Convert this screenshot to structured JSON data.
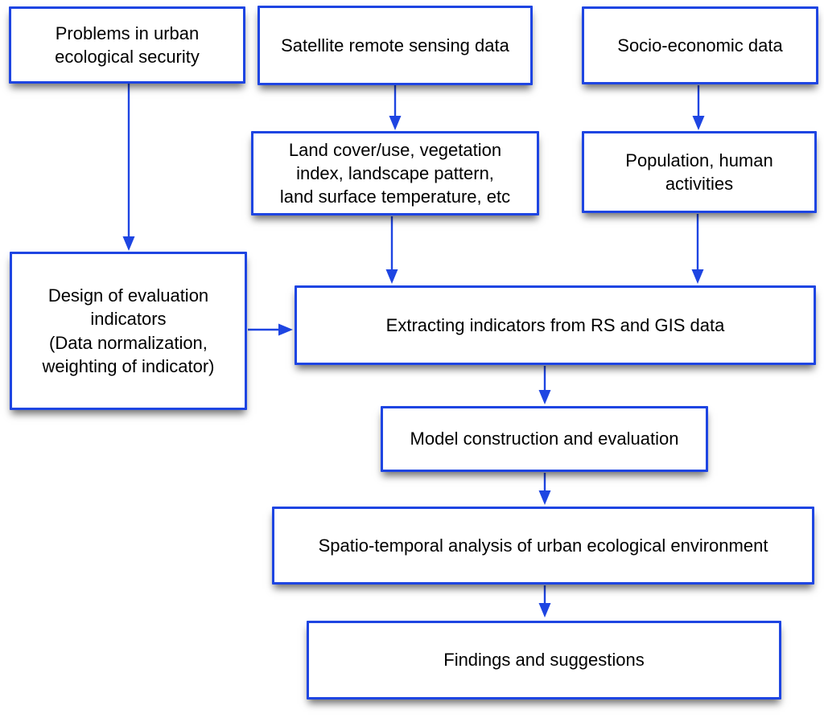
{
  "diagram": {
    "type": "flowchart",
    "colors": {
      "accent": "#1e45e2",
      "text": "#000000",
      "background": "#ffffff"
    },
    "boxes": {
      "problems": {
        "label": "Problems in urban\necological security"
      },
      "satellite": {
        "label": "Satellite remote sensing data"
      },
      "socio": {
        "label": "Socio-economic data"
      },
      "landcover": {
        "label": "Land cover/use, vegetation\nindex, landscape pattern,\nland surface temperature, etc"
      },
      "population": {
        "label": "Population, human\nactivities"
      },
      "design": {
        "label": "Design of evaluation\nindicators\n(Data normalization,\nweighting of indicator)"
      },
      "extracting": {
        "label": "Extracting indicators from RS and GIS data"
      },
      "model": {
        "label": "Model construction and evaluation"
      },
      "spatio": {
        "label": "Spatio-temporal analysis of urban ecological environment"
      },
      "findings": {
        "label": "Findings and suggestions"
      }
    },
    "edges": [
      {
        "from": "problems",
        "to": "design"
      },
      {
        "from": "satellite",
        "to": "landcover"
      },
      {
        "from": "socio",
        "to": "population"
      },
      {
        "from": "landcover",
        "to": "extracting"
      },
      {
        "from": "population",
        "to": "extracting"
      },
      {
        "from": "design",
        "to": "extracting"
      },
      {
        "from": "extracting",
        "to": "model"
      },
      {
        "from": "model",
        "to": "spatio"
      },
      {
        "from": "spatio",
        "to": "findings"
      }
    ]
  }
}
